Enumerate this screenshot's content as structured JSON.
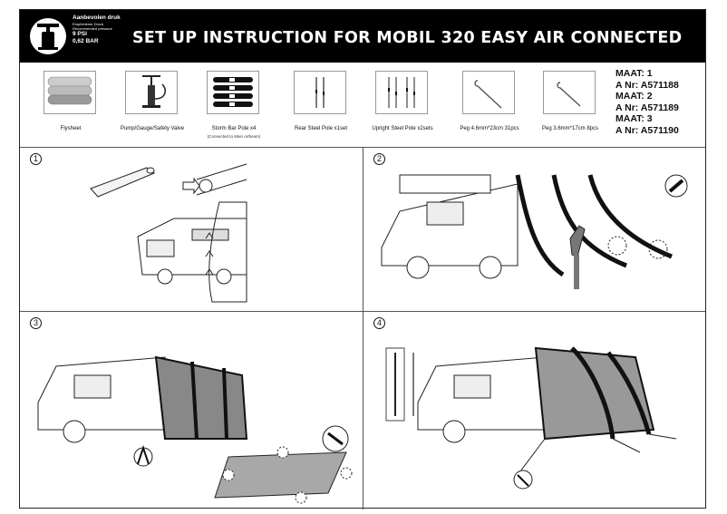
{
  "header": {
    "title": "SET UP INSTRUCTION FOR MOBIL 320 EASY AIR CONNECTED",
    "pressure": {
      "line1": "Aanbevolen druk",
      "line2": "Empfohlener Druck",
      "line3": "Recommended pressure",
      "psi": "9 PSI",
      "bar": "0,62 BAR"
    }
  },
  "parts": [
    {
      "label": "Flysheet",
      "sub": "",
      "icon": "flysheet-icon"
    },
    {
      "label": "Pump/Gauge/Safety Valve",
      "sub": "",
      "icon": "pump-icon"
    },
    {
      "label": "Storm Bar Pole x4",
      "sub": "(Connected to Main Airbeam)",
      "icon": "storm-bar-icon"
    },
    {
      "label": "Rear Steel Pole x1set",
      "sub": "",
      "icon": "rear-pole-icon"
    },
    {
      "label": "Upright Steel Pole x2sets",
      "sub": "",
      "icon": "upright-pole-icon"
    },
    {
      "label": "Peg 4.6mm*23cm 31pcs",
      "sub": "",
      "icon": "peg-large-icon"
    },
    {
      "label": "Peg 3.6mm*17cm 8pcs",
      "sub": "",
      "icon": "peg-small-icon"
    }
  ],
  "sizes": [
    {
      "maat": "MAAT: 1",
      "nr": "A Nr: A571188"
    },
    {
      "maat": "MAAT: 2",
      "nr": "A Nr: A571189"
    },
    {
      "maat": "MAAT: 3",
      "nr": "A Nr: A571190"
    }
  ],
  "steps": [
    {
      "number": "1"
    },
    {
      "number": "2"
    },
    {
      "number": "3"
    },
    {
      "number": "4"
    }
  ]
}
